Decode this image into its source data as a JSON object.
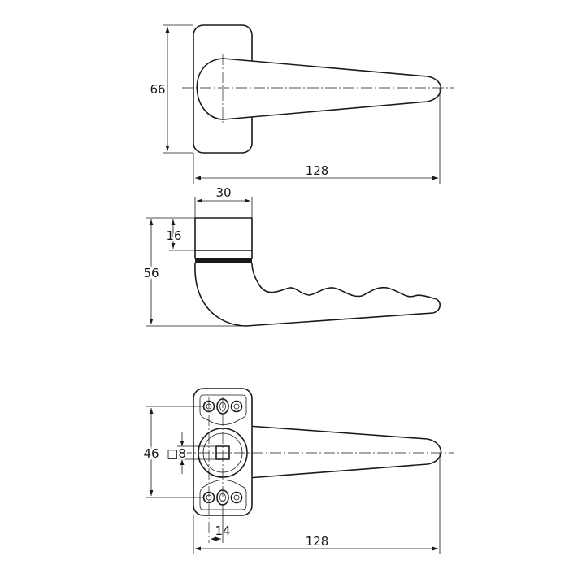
{
  "views": {
    "top": {
      "dim_height": "66",
      "dim_length": "128"
    },
    "side": {
      "dim_width": "30",
      "dim_rosette": "16",
      "dim_height": "56"
    },
    "front": {
      "dim_rosette_width": "46",
      "dim_square": "□8",
      "dim_hole_spacing": "14",
      "dim_length": "128"
    }
  },
  "colors": {
    "line": "#1a1a1a",
    "background": "#ffffff"
  }
}
